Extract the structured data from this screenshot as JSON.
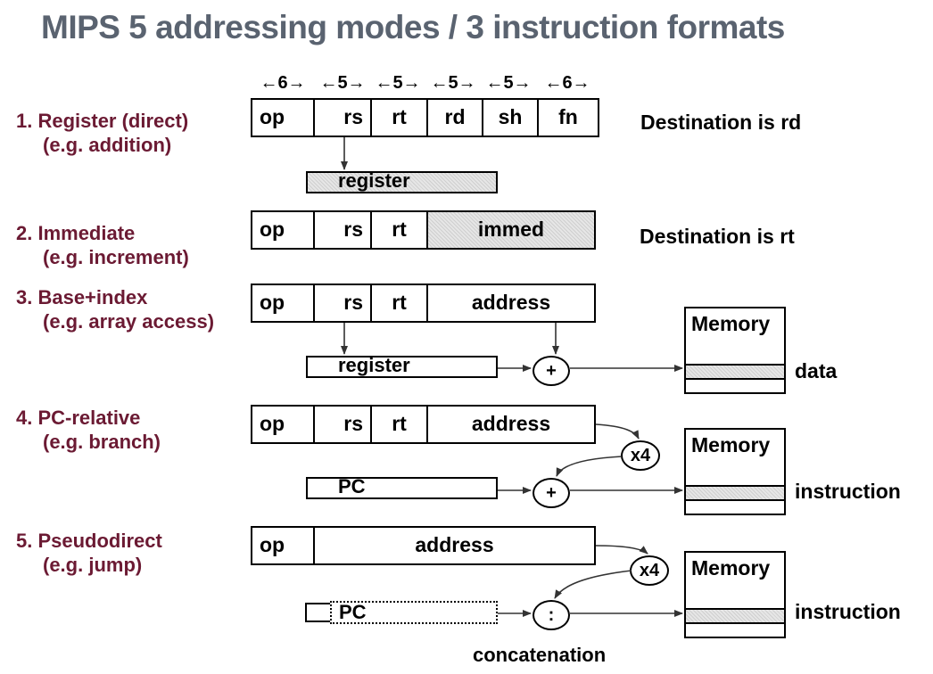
{
  "title": "MIPS 5 addressing modes / 3 instruction formats",
  "bit_widths": [
    "←6→",
    "←5→",
    "←5→",
    "←5→",
    "←5→",
    "←6→"
  ],
  "modes": [
    {
      "name": "1. Register (direct)",
      "example": "(e.g. addition)"
    },
    {
      "name": "2. Immediate",
      "example": "(e.g. increment)"
    },
    {
      "name": "3. Base+index",
      "example": "(e.g. array access)"
    },
    {
      "name": "4. PC-relative",
      "example": "(e.g. branch)"
    },
    {
      "name": "5. Pseudodirect",
      "example": "(e.g. jump)"
    }
  ],
  "fields": {
    "op": "op",
    "rs": "rs",
    "rt": "rt",
    "rd": "rd",
    "sh": "sh",
    "fn": "fn",
    "immed": "immed",
    "address": "address"
  },
  "boxes": {
    "register": "register",
    "pc": "PC"
  },
  "destinations": {
    "rd": "Destination is rd",
    "rt": "Destination is rt"
  },
  "memory": {
    "label": "Memory",
    "data": "data",
    "instruction": "instruction"
  },
  "operators": {
    "plus": "+",
    "times4": "x4",
    "concat": ":"
  },
  "concatenation": "concatenation"
}
